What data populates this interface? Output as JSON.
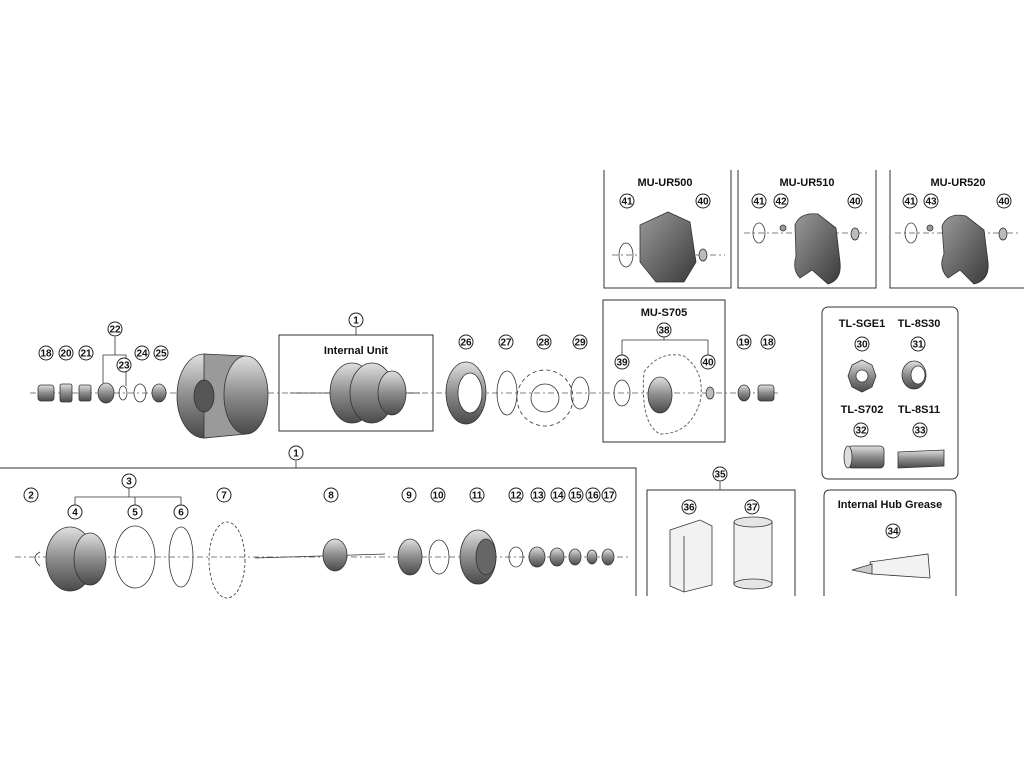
{
  "panels": {
    "mu_ur500": "MU-UR500",
    "mu_ur510": "MU-UR510",
    "mu_ur520": "MU-UR520",
    "internal_unit": "Internal Unit",
    "mu_s705": "MU-S705",
    "tl_sge1": "TL-SGE1",
    "tl_8s30": "TL-8S30",
    "tl_s702": "TL-S702",
    "tl_8s11": "TL-8S11",
    "internal_hub_grease": "Internal Hub Grease"
  },
  "callouts": {
    "c1": "1",
    "c2": "2",
    "c3": "3",
    "c4": "4",
    "c5": "5",
    "c6": "6",
    "c7": "7",
    "c8": "8",
    "c9": "9",
    "c10": "10",
    "c11": "11",
    "c12": "12",
    "c13": "13",
    "c14": "14",
    "c15": "15",
    "c16": "16",
    "c17": "17",
    "c18": "18",
    "c19": "19",
    "c20": "20",
    "c21": "21",
    "c22": "22",
    "c23": "23",
    "c24": "24",
    "c25": "25",
    "c26": "26",
    "c27": "27",
    "c28": "28",
    "c29": "29",
    "c30": "30",
    "c31": "31",
    "c32": "32",
    "c33": "33",
    "c34": "34",
    "c35": "35",
    "c36": "36",
    "c37": "37",
    "c38": "38",
    "c39": "39",
    "c40": "40",
    "c41": "41",
    "c42": "42",
    "c43": "43"
  },
  "colors": {
    "part_dark": "#4a4a4a",
    "part_mid": "#8c8c8c",
    "part_light": "#c8c8c8",
    "line": "#333333"
  }
}
